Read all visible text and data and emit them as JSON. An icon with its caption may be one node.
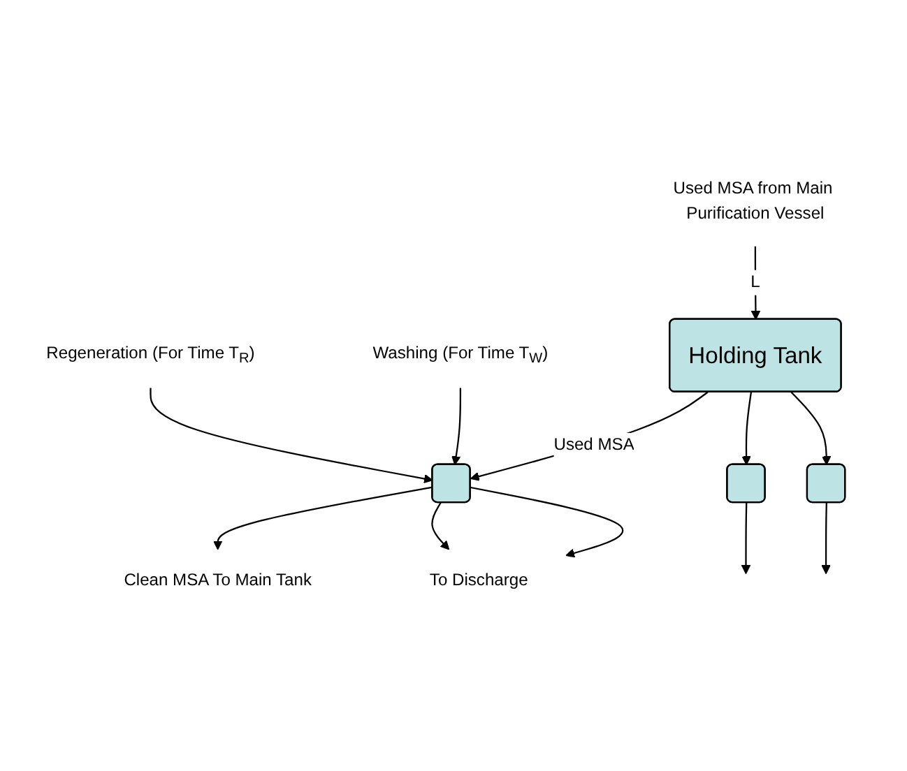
{
  "diagram": {
    "nodes": [
      {
        "text": [
          "Used MSA from Main Purification Vessel"
        ]
      },
      {
        "text": [
          "Holding Tank"
        ]
      },
      {
        "text": [],
        "shape": "box"
      },
      {
        "text": [],
        "shape": "box"
      },
      {
        "text": [],
        "shape": "box"
      },
      {
        "text": [
          "Regeneration (For Time T$_{R}$)"
        ]
      },
      {
        "text": [
          "Washing (For Time T$_{W}$)"
        ]
      },
      {
        "text": [
          "Clean MSA To Main Tank"
        ]
      },
      {
        "text": [
          "To Discharge"
        ]
      }
    ],
    "edges": [
      {
        "from": 0,
        "to": 1,
        "arrow": "to",
        "label": "L"
      },
      {
        "from": 1,
        "to": 2,
        "arrow": "to",
        "label": "Used MSA"
      },
      {
        "from": 1,
        "to": 3,
        "arrow": "to"
      },
      {
        "from": 1,
        "to": 4,
        "arrow": "to"
      },
      {
        "from": 5,
        "to": 2,
        "arrow": "to"
      },
      {
        "from": 6,
        "to": 2,
        "arrow": "to"
      },
      {
        "from": 2,
        "to": 7,
        "arrow": "to"
      },
      {
        "from": 2,
        "to": 8,
        "arrow": "to"
      },
      {
        "from": 2,
        "to": 8,
        "arrow": "to"
      },
      {
        "from": 3,
        "to": null,
        "arrow": "to"
      },
      {
        "from": 4,
        "to": null,
        "arrow": "to"
      }
    ]
  }
}
